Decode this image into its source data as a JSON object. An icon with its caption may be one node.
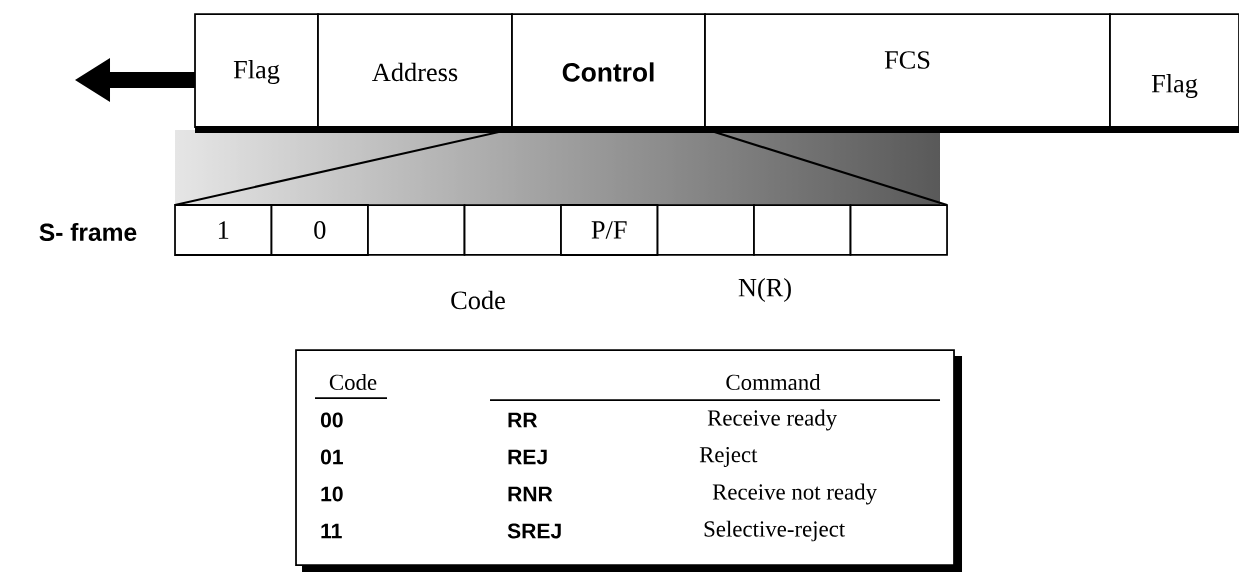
{
  "diagram": {
    "nodes": [
      {
        "text": [
          "Flag"
        ]
      },
      {
        "text": [
          "Address"
        ]
      },
      {
        "text": [
          "Control"
        ]
      },
      {
        "text": [
          "FCS"
        ]
      },
      {
        "text": [
          "Flag"
        ]
      },
      {
        "text": [
          "1"
        ]
      },
      {
        "text": [
          "0"
        ]
      },
      {
        "text": [],
        "shape": "box"
      },
      {
        "text": [],
        "shape": "box"
      },
      {
        "text": [
          "P/F"
        ]
      },
      {
        "text": [],
        "shape": "box"
      },
      {
        "text": [],
        "shape": "box"
      },
      {
        "text": [],
        "shape": "box"
      }
    ],
    "labels": [
      "S- frame",
      "Code",
      "N(R)",
      "Code",
      "Command",
      "00",
      "RR",
      "Receive ready",
      "01",
      "REJ",
      "Reject",
      "10",
      "RNR",
      "Receive not ready",
      "11",
      "SREJ",
      "Selective-reject"
    ]
  }
}
